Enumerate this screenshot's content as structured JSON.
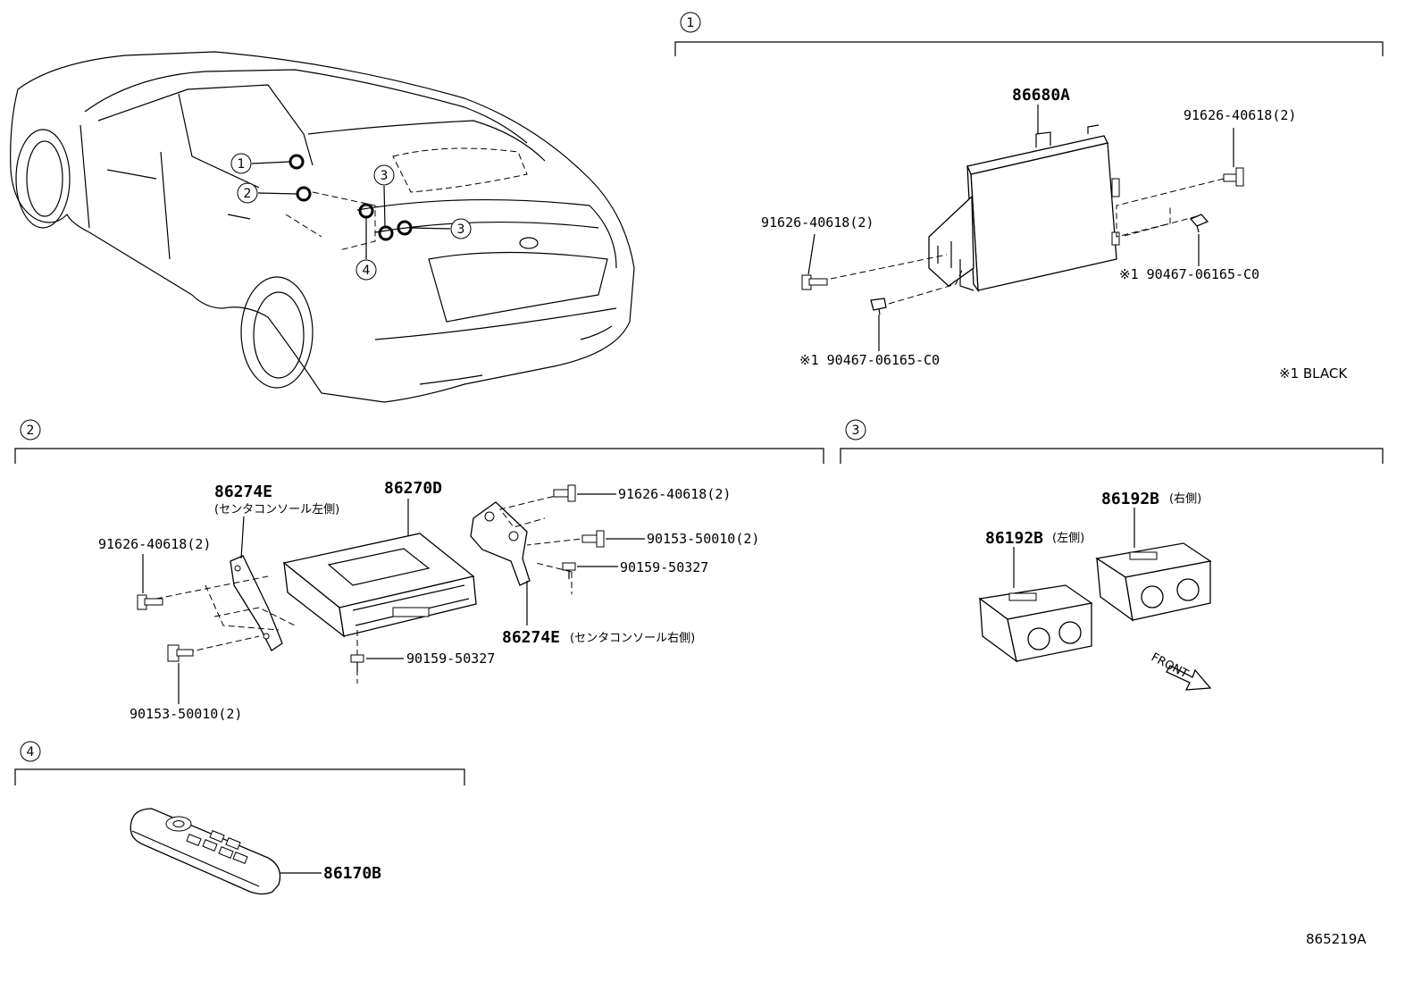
{
  "sections": {
    "s1": {
      "num": "1"
    },
    "s2": {
      "num": "2"
    },
    "s3": {
      "num": "3"
    },
    "s4": {
      "num": "4"
    }
  },
  "car_callouts": {
    "c1": "1",
    "c2": "2",
    "c3a": "3",
    "c3b": "3",
    "c4": "4"
  },
  "section1": {
    "main_part": "86680A",
    "bolt_top_right": "91626-40618(2)",
    "bolt_left": "91626-40618(2)",
    "clip_right": "※1 90467-06165-C0",
    "clip_bottom": "※1 90467-06165-C0",
    "note": "※1 BLACK"
  },
  "section2": {
    "bracket_left": "86274E",
    "bracket_left_note": "(センタコンソール左側)",
    "main_part": "86270D",
    "bolt_top_right": "91626-40618(2)",
    "bolt_right": "90153-50010(2)",
    "screw_right": "90159-50327",
    "bracket_right": "86274E",
    "bracket_right_note": "(センタコンソール右側)",
    "bolt_left": "91626-40618(2)",
    "screw_bottom": "90159-50327",
    "bolt_bottom_left": "90153-50010(2)"
  },
  "section3": {
    "part_right": "86192B",
    "part_right_note": "(右側)",
    "part_left": "86192B",
    "part_left_note": "(左側)",
    "front_label": "FRONT"
  },
  "section4": {
    "remote": "86170B"
  },
  "figure_id": "865219A"
}
